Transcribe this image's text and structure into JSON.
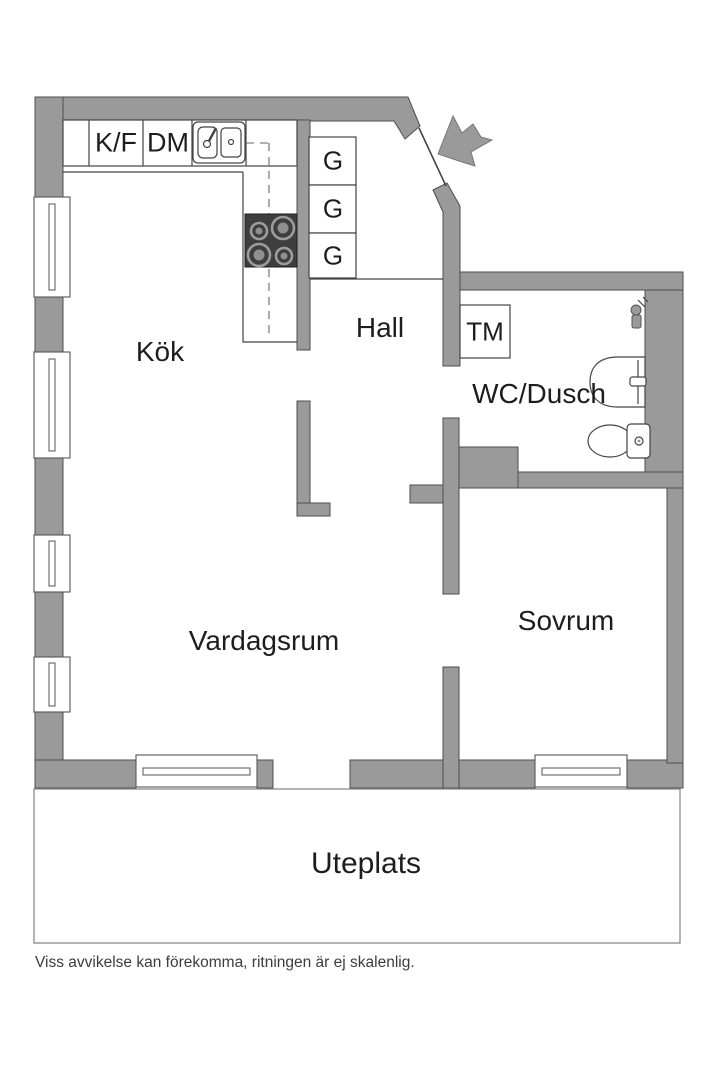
{
  "rooms": {
    "kitchen": "Kök",
    "hall": "Hall",
    "bathroom": "WC/Dusch",
    "living_room": "Vardagsrum",
    "bedroom": "Sovrum",
    "patio": "Uteplats"
  },
  "fixtures": {
    "fridge_freezer": "K/F",
    "dishwasher": "DM",
    "wardrobes": [
      "G",
      "G",
      "G"
    ],
    "washing_machine": "TM"
  },
  "icons": {
    "entrance": "entrance-arrow-icon",
    "kitchen_sink": "sink-icon",
    "stove": "stove-icon",
    "shower": "shower-icon",
    "washbasin": "washbasin-icon",
    "toilet": "toilet-icon",
    "window": "window-icon"
  },
  "footer": {
    "disclaimer": "Viss avvikelse kan förekomma, ritningen är ej skalenlig."
  },
  "colors": {
    "wall_fill": "#9a9a9a",
    "wall_stroke": "#4e4e4e",
    "line": "#444444",
    "stove_fill": "#3e3e3e",
    "burner": "#9c9c9c",
    "text": "#1d1d1d",
    "patio_border": "#8a8a8a",
    "disclaimer": "#3c3c3c"
  }
}
